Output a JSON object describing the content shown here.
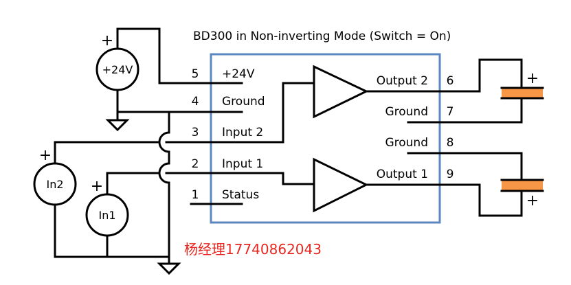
{
  "title": "BD300 in Non-inverting Mode (Switch = On)",
  "sources": {
    "supply": {
      "label": "+24V",
      "polarity": "+"
    },
    "in2": {
      "label": "In2",
      "polarity": "+"
    },
    "in1": {
      "label": "In1",
      "polarity": "+"
    }
  },
  "pins_left": [
    {
      "number": "5",
      "label": "+24V"
    },
    {
      "number": "4",
      "label": "Ground"
    },
    {
      "number": "3",
      "label": "Input 2"
    },
    {
      "number": "2",
      "label": "Input 1"
    },
    {
      "number": "1",
      "label": "Status"
    }
  ],
  "pins_right": [
    {
      "number": "6",
      "label": "Output 2"
    },
    {
      "number": "7",
      "label": "Ground"
    },
    {
      "number": "8",
      "label": "Ground"
    },
    {
      "number": "9",
      "label": "Output 1"
    }
  ],
  "loads": {
    "top": {
      "polarity": "+"
    },
    "bottom": {
      "polarity": "+"
    }
  },
  "colors": {
    "module_border": "#5b87c0",
    "load_fill": "#f79646",
    "contact_text": "#e8261f"
  },
  "contact": "杨经理17740862043"
}
